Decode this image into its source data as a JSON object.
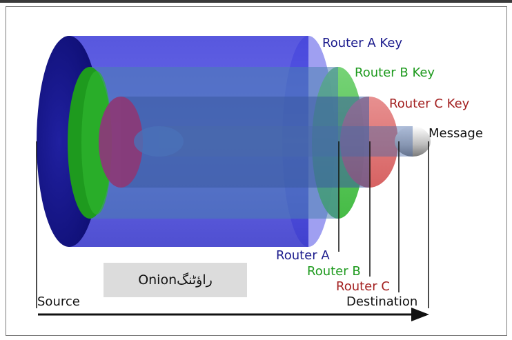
{
  "caption": "Onionراؤٹنگ",
  "labels": {
    "router_a_key": "Router A Key",
    "router_b_key": "Router B Key",
    "router_c_key": "Router C Key",
    "message": "Message",
    "router_a": "Router A",
    "router_b": "Router B",
    "router_c": "Router C",
    "source": "Source",
    "destination": "Destination"
  },
  "colors": {
    "router_a": "#1a1a8c",
    "router_b": "#1e9a1e",
    "router_c": "#a32020",
    "text": "#111111"
  }
}
